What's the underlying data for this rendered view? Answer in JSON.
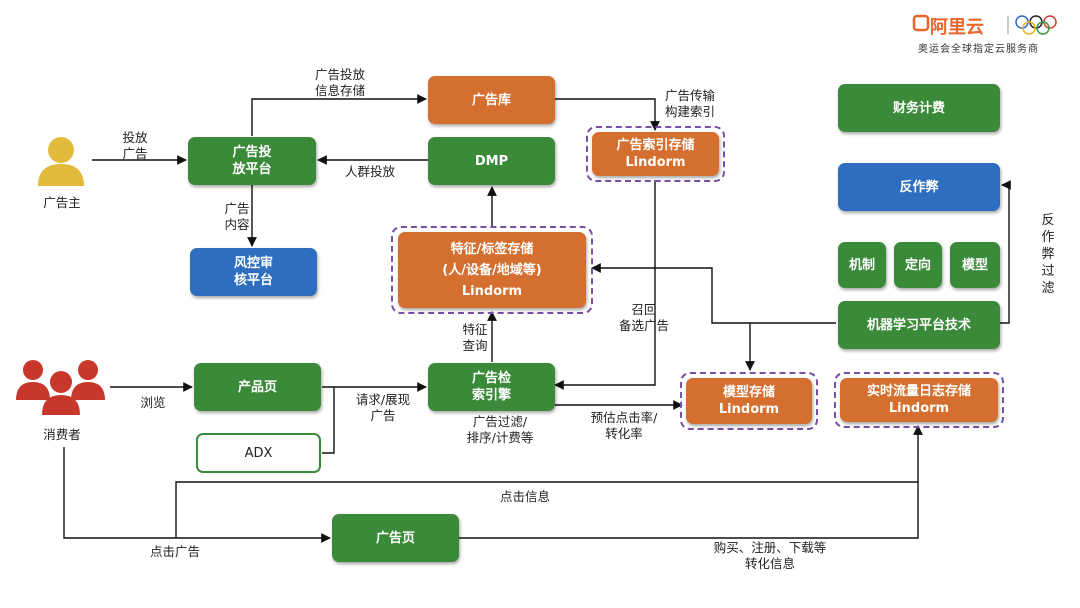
{
  "brand": {
    "name": "阿里云",
    "tagline": "奥运会全球指定云服务商"
  },
  "actors": {
    "advertiser": "广告主",
    "consumer": "消费者"
  },
  "boxes": {
    "ad_platform": [
      "广告投",
      "放平台"
    ],
    "ad_library": "广告库",
    "dmp": "DMP",
    "risk_review": [
      "风控审",
      "核平台"
    ],
    "ad_index_storage": [
      "广告索引存储",
      "Lindorm"
    ],
    "feature_storage": [
      "特征/标签存储",
      "(人/设备/地域等)",
      "Lindorm"
    ],
    "product_page": "产品页",
    "adx": "ADX",
    "ad_search_engine": [
      "广告检",
      "索引擎"
    ],
    "model_storage": [
      "模型存储",
      "Lindorm"
    ],
    "log_storage": [
      "实时流量日志存储",
      "Lindorm"
    ],
    "finance": "财务计费",
    "anti_fraud": "反作弊",
    "mechanism": "机制",
    "targeting": "定向",
    "model": "模型",
    "ml_platform": "机器学习平台技术",
    "ad_page": "广告页"
  },
  "labels": {
    "place_ad": [
      "投放",
      "广告"
    ],
    "ad_store_info": [
      "广告投放",
      "信息存储"
    ],
    "ad_transfer_index": [
      "广告传输",
      "构建索引"
    ],
    "crowd_targeting": "人群投放",
    "ad_content": [
      "广告",
      "内容"
    ],
    "browse": "浏览",
    "request_show": [
      "请求/展现",
      "广告"
    ],
    "feature_query": [
      "特征",
      "查询"
    ],
    "recall_candidate": [
      "召回",
      "备选广告"
    ],
    "ad_filter": [
      "广告过滤/",
      "排序/计费等"
    ],
    "predict_ctr": [
      "预估点击率/",
      "转化率"
    ],
    "anti_fraud_filter": "反作弊过滤",
    "click_info": "点击信息",
    "click_ad": "点击广告",
    "conversion_info": [
      "购买、注册、下载等",
      "转化信息"
    ]
  },
  "colors": {
    "green": "#3b8a3a",
    "orange": "#d46f2f",
    "blue": "#2e6ec0",
    "dashed_border": "#7a4fa8",
    "person_advertiser": "#e3bb3c",
    "person_consumer": "#c8372b"
  }
}
